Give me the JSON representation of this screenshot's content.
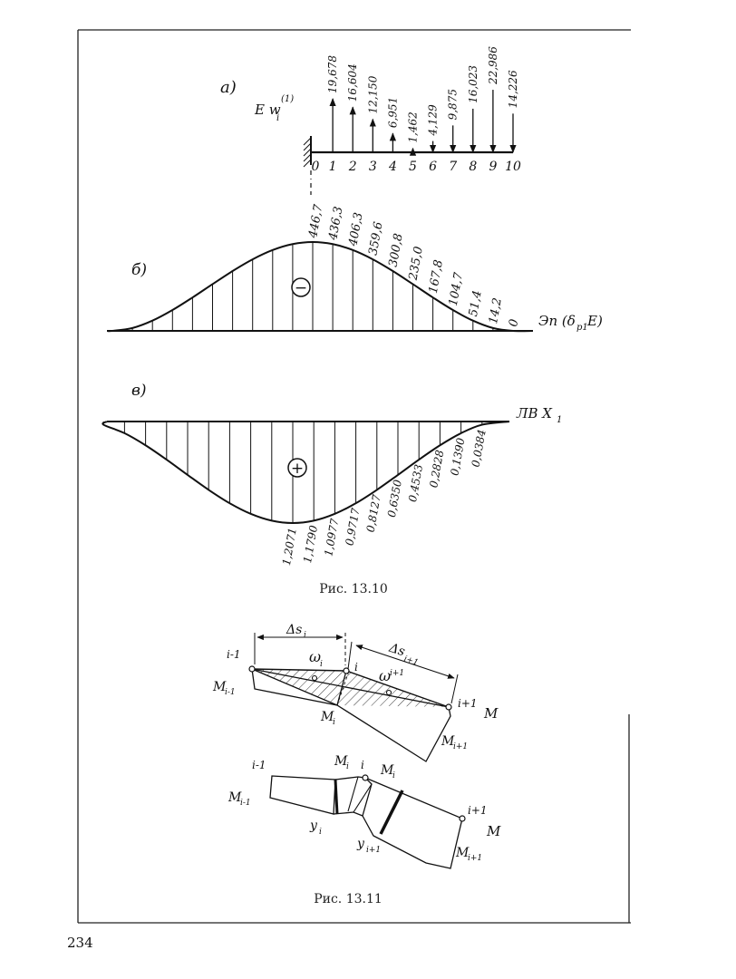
{
  "page_number": "234",
  "fig_a": {
    "label": "а)",
    "title": "E w",
    "title_sub": "i",
    "title_sup": "(1)",
    "station_labels": [
      "0",
      "1",
      "2",
      "3",
      "4",
      "5",
      "6",
      "7",
      "8",
      "9",
      "10"
    ],
    "up_values": [
      "19,678",
      "16,604",
      "12,150",
      "6,951",
      "1,462"
    ],
    "down_values": [
      "4,129",
      "9,875",
      "16,023",
      "22,986",
      "14,226"
    ],
    "up_levels": [
      19.678,
      16.604,
      12.15,
      6.951,
      1.462
    ],
    "down_levels": [
      4.129,
      9.875,
      16.023,
      22.986,
      14.226
    ]
  },
  "fig_b": {
    "label": "б)",
    "name": "Эп (δ",
    "name_sub": "p1",
    "name_end": " E)",
    "sign": "−",
    "values": [
      "446,7",
      "436,3",
      "406,3",
      "359,6",
      "300,8",
      "235,0",
      "167,8",
      "104,7",
      "51,4",
      "14,2",
      "0"
    ],
    "levels": [
      446.7,
      436.3,
      406.3,
      359.6,
      300.8,
      235.0,
      167.8,
      104.7,
      51.4,
      14.2,
      0
    ]
  },
  "fig_c": {
    "label": "в)",
    "name": "ЛВ X",
    "name_sub": "1",
    "sign": "+",
    "values": [
      "1,2071",
      "1,1790",
      "1,0977",
      "0,9717",
      "0,8127",
      "0,6350",
      "0,4533",
      "0,2828",
      "0,1390",
      "0,0384"
    ],
    "levels": [
      1.2071,
      1.179,
      1.0977,
      0.9717,
      0.8127,
      0.635,
      0.4533,
      0.2828,
      0.139,
      0.0384
    ]
  },
  "caption_1": "Рис. 13.10",
  "fig_11a": {
    "ds_i": "Δs",
    "ds_i_sub": "i",
    "ds_i1": "Δs",
    "ds_i1_sub": "i+1",
    "w_i": "ω",
    "w_i_sub": "i",
    "w_i1": "ω",
    "w_i1_sub": "i+1",
    "node_im1": "i-1",
    "node_i": "i",
    "node_ip1": "i+1",
    "M_im1": "M",
    "M_im1_sub": "i-1",
    "M_i": "M",
    "M_i_sub": "i",
    "M_ip1": "M",
    "M_ip1_sub": "i+1",
    "M": "M"
  },
  "fig_11b": {
    "node_im1": "i-1",
    "node_i": "i",
    "node_ip1": "i+1",
    "M_im1": "M",
    "M_im1_sub": "i-1",
    "M_i_left": "M",
    "M_i_left_sub": "i",
    "M_i_right": "M",
    "M_i_right_sub": "i",
    "y_i": "y",
    "y_i_sub": "i",
    "y_i1": "y",
    "y_i1_sub": "i+1",
    "M_ip1": "M",
    "M_ip1_sub": "i+1",
    "M": "M"
  },
  "caption_2": "Рис. 13.11"
}
